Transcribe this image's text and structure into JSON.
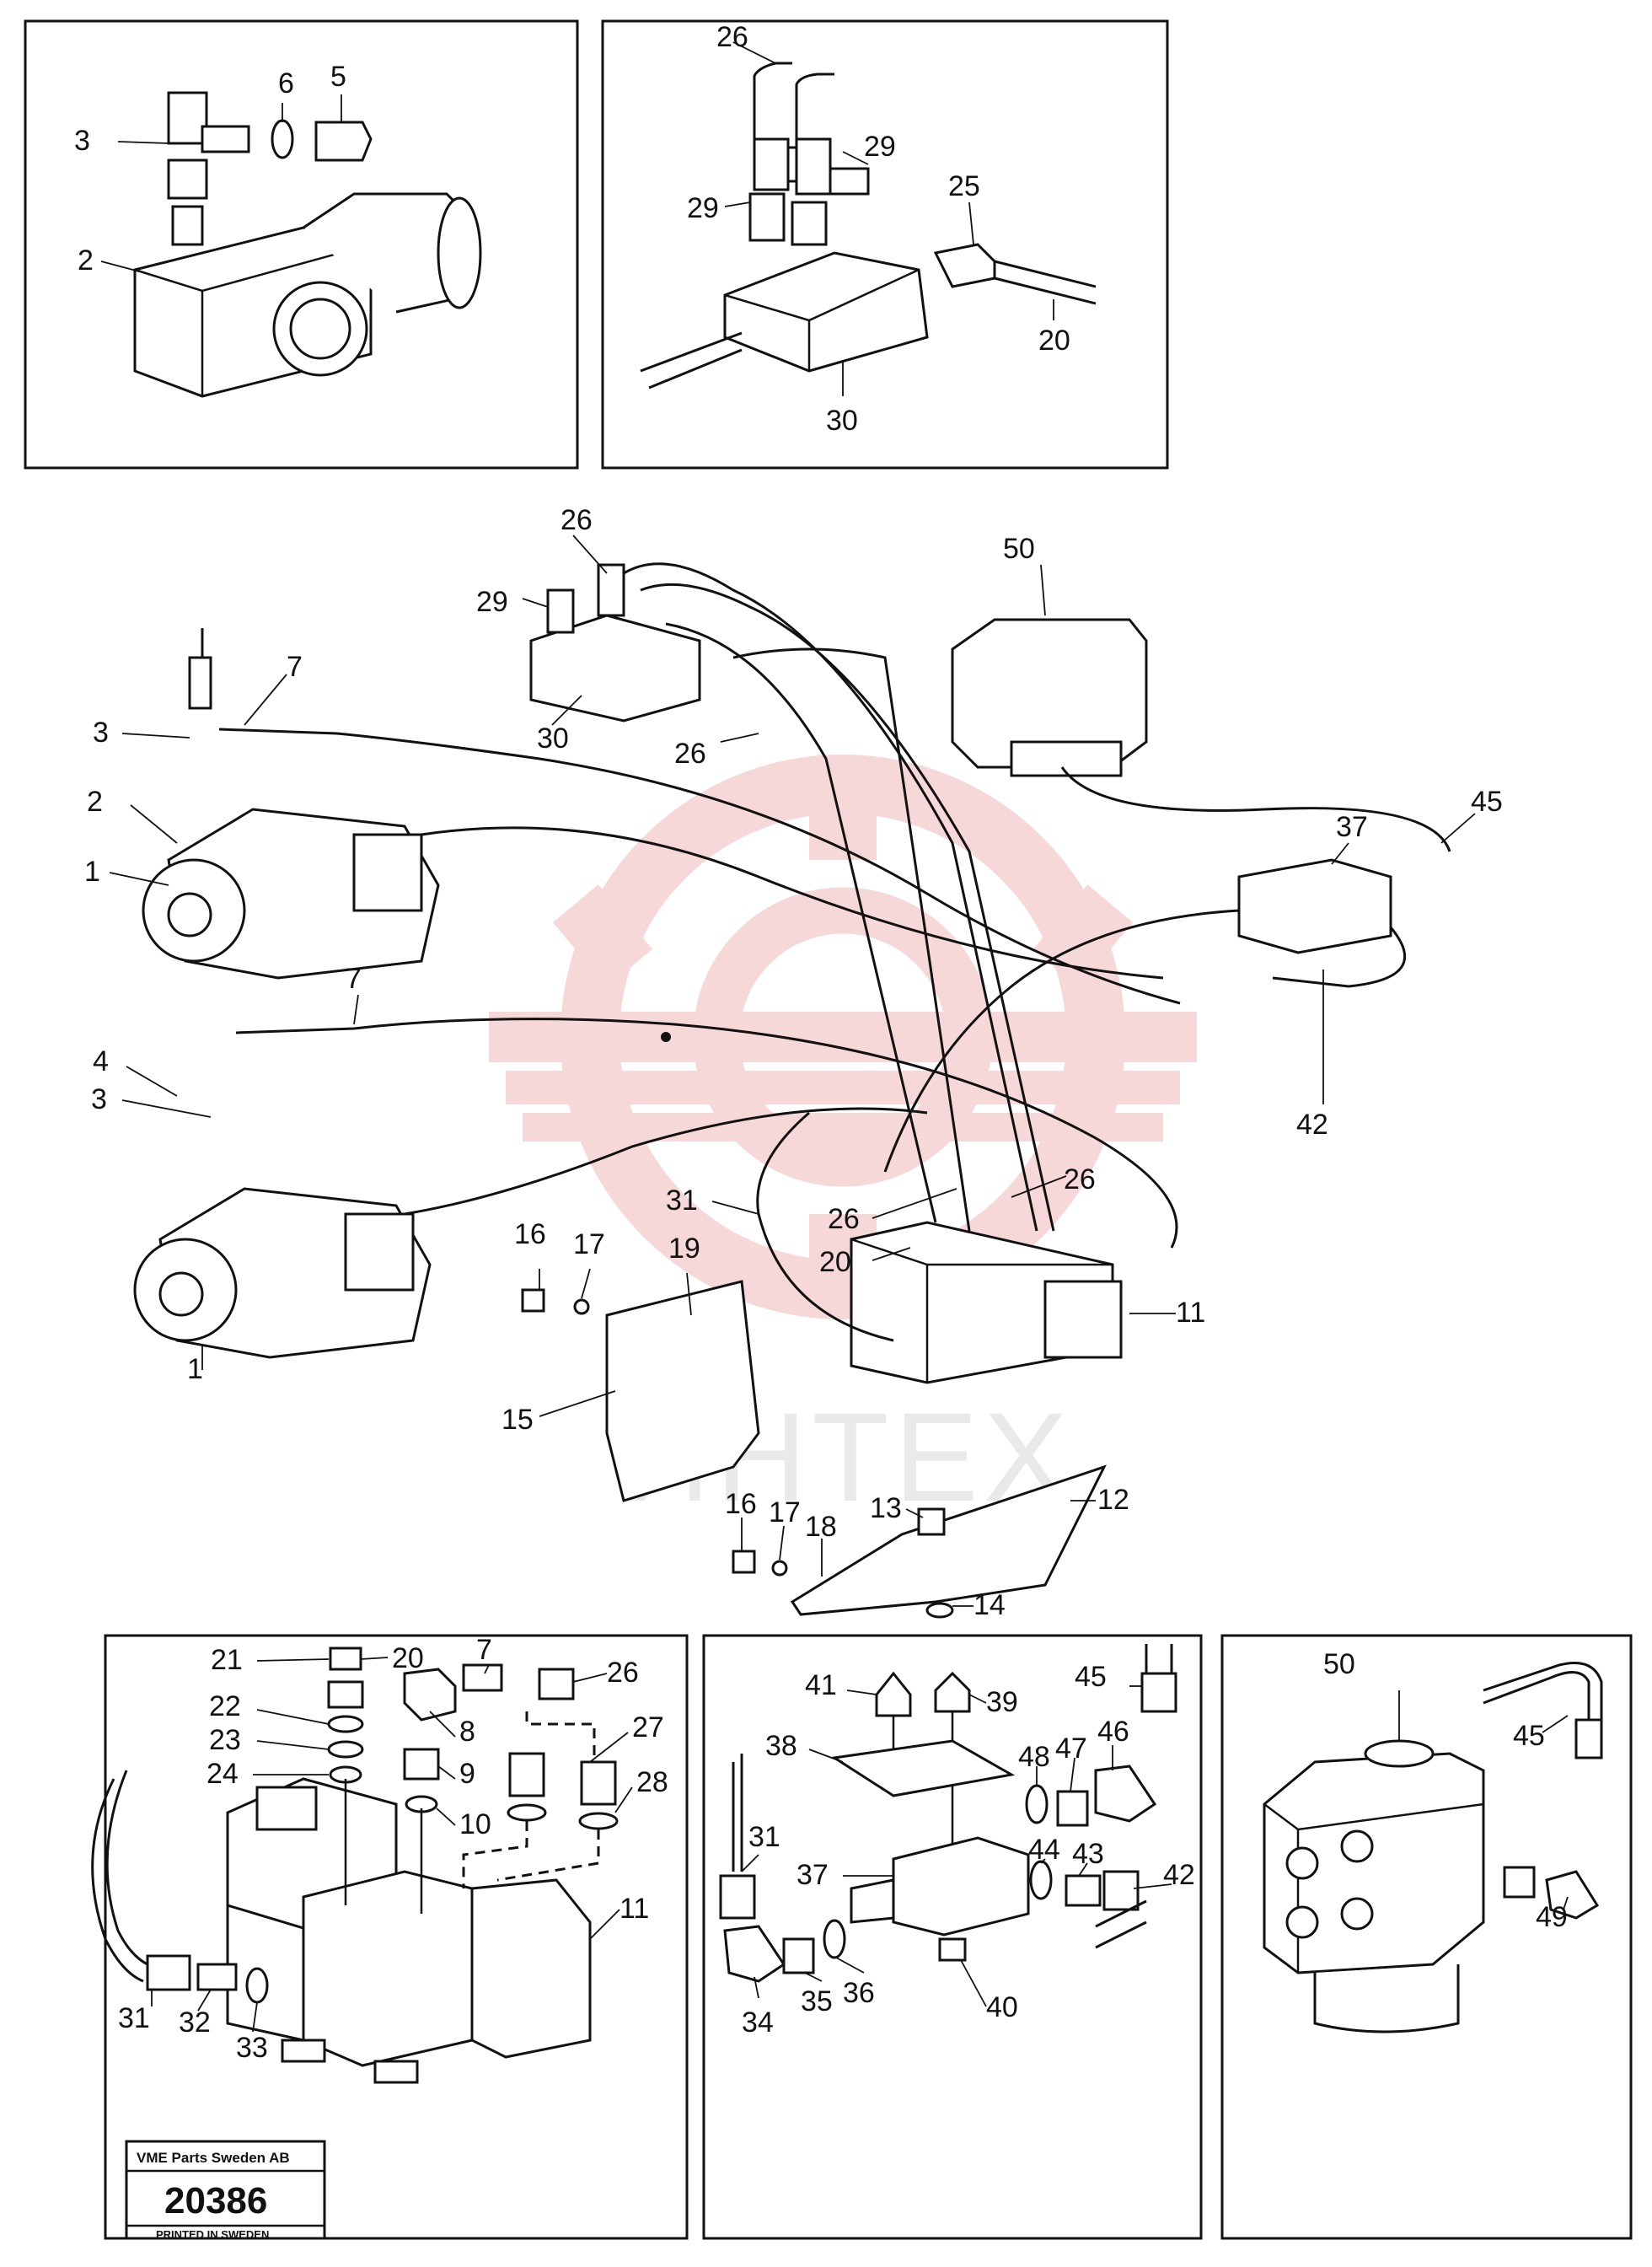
{
  "watermark": {
    "text": "ИНТЕХ",
    "color": "#f0b8b8"
  },
  "title_block": {
    "company": "VME Parts Sweden AB",
    "number": "20386",
    "printed": "PRINTED IN SWEDEN"
  },
  "callouts": {
    "p1_1": "1",
    "p1_2": "1",
    "p2_1": "2",
    "p2_2": "2",
    "p3_1": "3",
    "p3_2": "3",
    "p3_3": "3",
    "p4": "4",
    "p5": "5",
    "p6": "6",
    "p7_1": "7",
    "p7_2": "7",
    "p7_3": "7",
    "p8": "8",
    "p9": "9",
    "p10": "10",
    "p11_1": "11",
    "p11_2": "11",
    "p12": "12",
    "p13": "13",
    "p14": "14",
    "p15": "15",
    "p16_1": "16",
    "p16_2": "16",
    "p17_1": "17",
    "p17_2": "17",
    "p18": "18",
    "p19": "19",
    "p20_1": "20",
    "p20_2": "20",
    "p20_3": "20",
    "p21": "21",
    "p22": "22",
    "p23": "23",
    "p24": "24",
    "p25": "25",
    "p26_1": "26",
    "p26_2": "26",
    "p26_3": "26",
    "p26_4": "26",
    "p26_5": "26",
    "p26_6": "26",
    "p27": "27",
    "p28": "28",
    "p29_1": "29",
    "p29_2": "29",
    "p29_3": "29",
    "p30_1": "30",
    "p30_2": "30",
    "p31_1": "31",
    "p31_2": "31",
    "p31_3": "31",
    "p32": "32",
    "p33": "33",
    "p34": "34",
    "p35": "35",
    "p36": "36",
    "p37_1": "37",
    "p37_2": "37",
    "p38": "38",
    "p39": "39",
    "p40": "40",
    "p41": "41",
    "p42_1": "42",
    "p42_2": "42",
    "p43": "43",
    "p44": "44",
    "p45_1": "45",
    "p45_2": "45",
    "p45_3": "45",
    "p46": "46",
    "p47": "47",
    "p48": "48",
    "p49": "49",
    "p50_1": "50",
    "p50_2": "50"
  }
}
